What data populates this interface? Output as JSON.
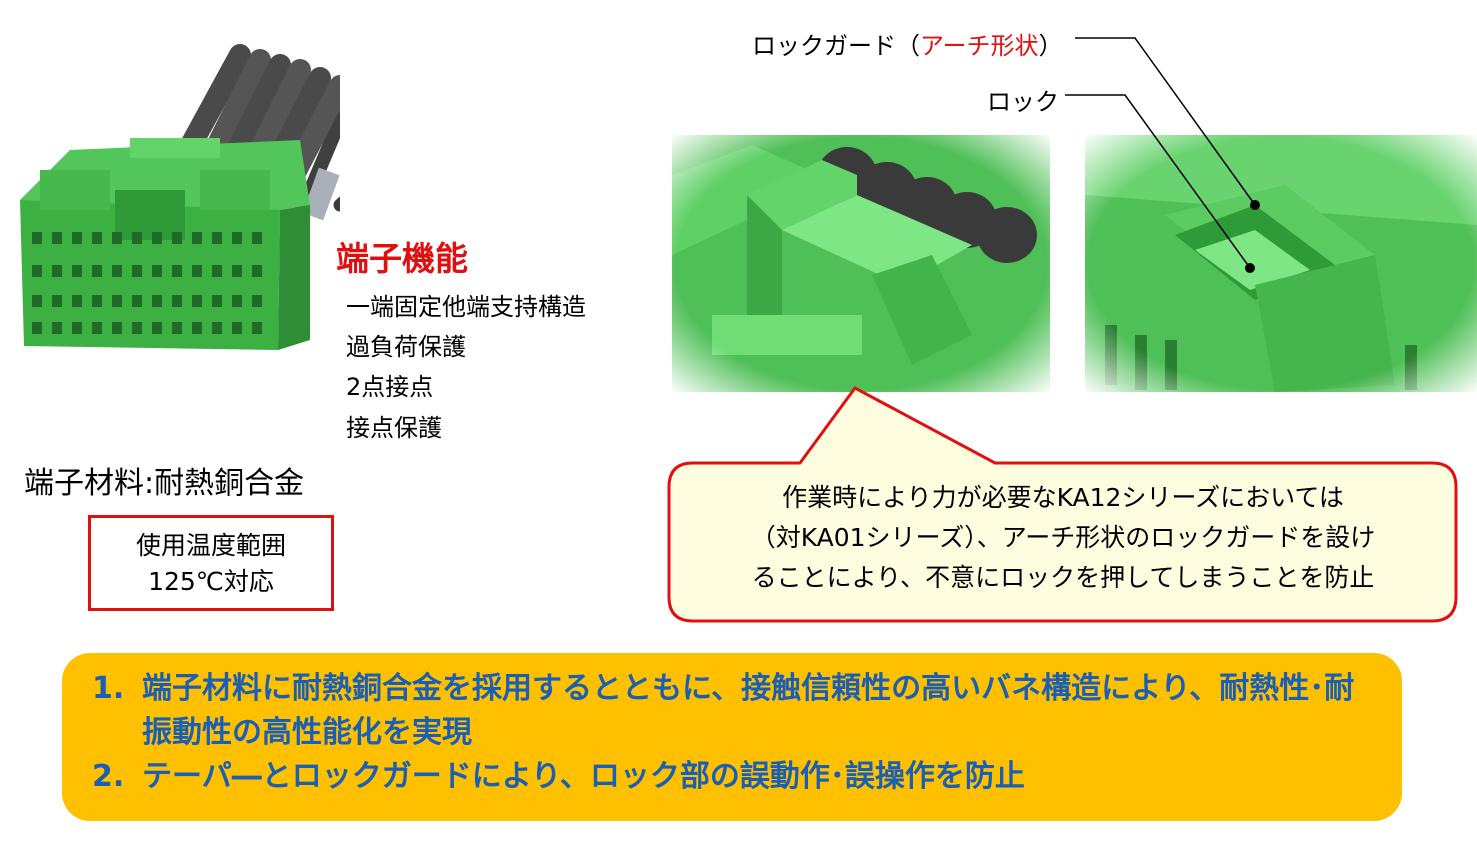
{
  "function": {
    "title": "端子機能",
    "items": [
      "一端固定他端支持構造",
      "過負荷保護",
      "2点接点",
      "接点保護"
    ]
  },
  "material": "端子材料:耐熱銅合金",
  "temperature": {
    "line1": "使用温度範囲",
    "line2": "125℃対応"
  },
  "labels": {
    "lock_guard_prefix": "ロックガード（",
    "lock_guard_shape": "アーチ形状",
    "lock_guard_suffix": "）",
    "lock": "ロック"
  },
  "callout": {
    "line1": "作業時により力が必要なKA12シリーズにおいては",
    "line2": "（対KA01シリーズ）、アーチ形状のロックガードを設け",
    "line3": "ることにより、不意にロックを押してしまうことを防止"
  },
  "summary": [
    {
      "num": "1.",
      "text": "端子材料に耐熱銅合金を採用するとともに、接触信頼性の高いバネ構造により、耐熱性･耐振動性の高性能化を実現"
    },
    {
      "num": "2.",
      "text": "テーパ―とロックガードにより、ロック部の誤動作･誤操作を防止"
    }
  ],
  "colors": {
    "accent_red": "#e01010",
    "summary_bg": "#ffc000",
    "summary_text": "#1a5fb4",
    "connector_green": "#3cb043",
    "callout_bg": "#fffde0"
  }
}
